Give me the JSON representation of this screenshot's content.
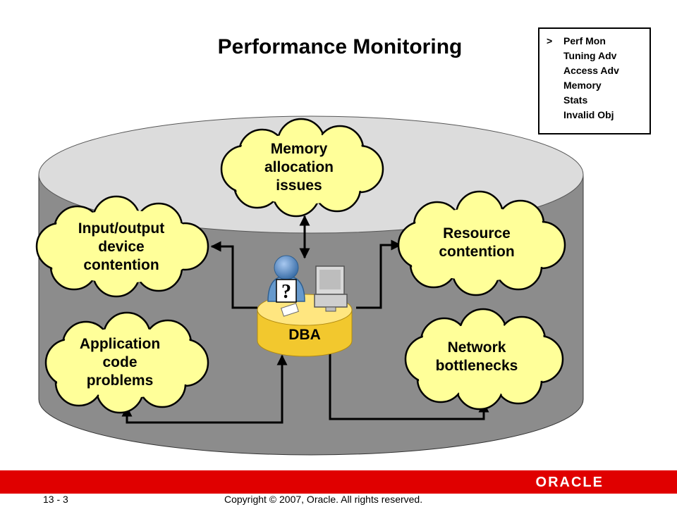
{
  "slide": {
    "title": "Performance Monitoring"
  },
  "navigation": {
    "items": [
      {
        "marker": ">",
        "label": "Perf Mon"
      },
      {
        "marker": "",
        "label": "Tuning Adv"
      },
      {
        "marker": "",
        "label": "Access Adv"
      },
      {
        "marker": "",
        "label": "Memory"
      },
      {
        "marker": "",
        "label": "Stats"
      },
      {
        "marker": "",
        "label": "Invalid Obj"
      }
    ]
  },
  "diagram": {
    "center_label": "DBA",
    "center_icon_glyph": "?",
    "clouds": {
      "memory": [
        "Memory",
        "allocation",
        "issues"
      ],
      "io": [
        "Input/output",
        "device",
        "contention"
      ],
      "resource": [
        "Resource",
        "contention"
      ],
      "application": [
        "Application",
        "code",
        "problems"
      ],
      "network": [
        "Network",
        "bottlenecks"
      ]
    }
  },
  "footer": {
    "page_number": "13 - 3",
    "copyright": "Copyright © 2007, Oracle. All rights reserved.",
    "logo_text": "ORACLE"
  },
  "colors": {
    "cylinder_side": "#8c8c8c",
    "cylinder_top": "#dcdcdc",
    "cloud_fill": "#ffff99",
    "dba_disk": "#f2c82e",
    "footer_bar": "#e00000",
    "person": "#6699cc"
  }
}
